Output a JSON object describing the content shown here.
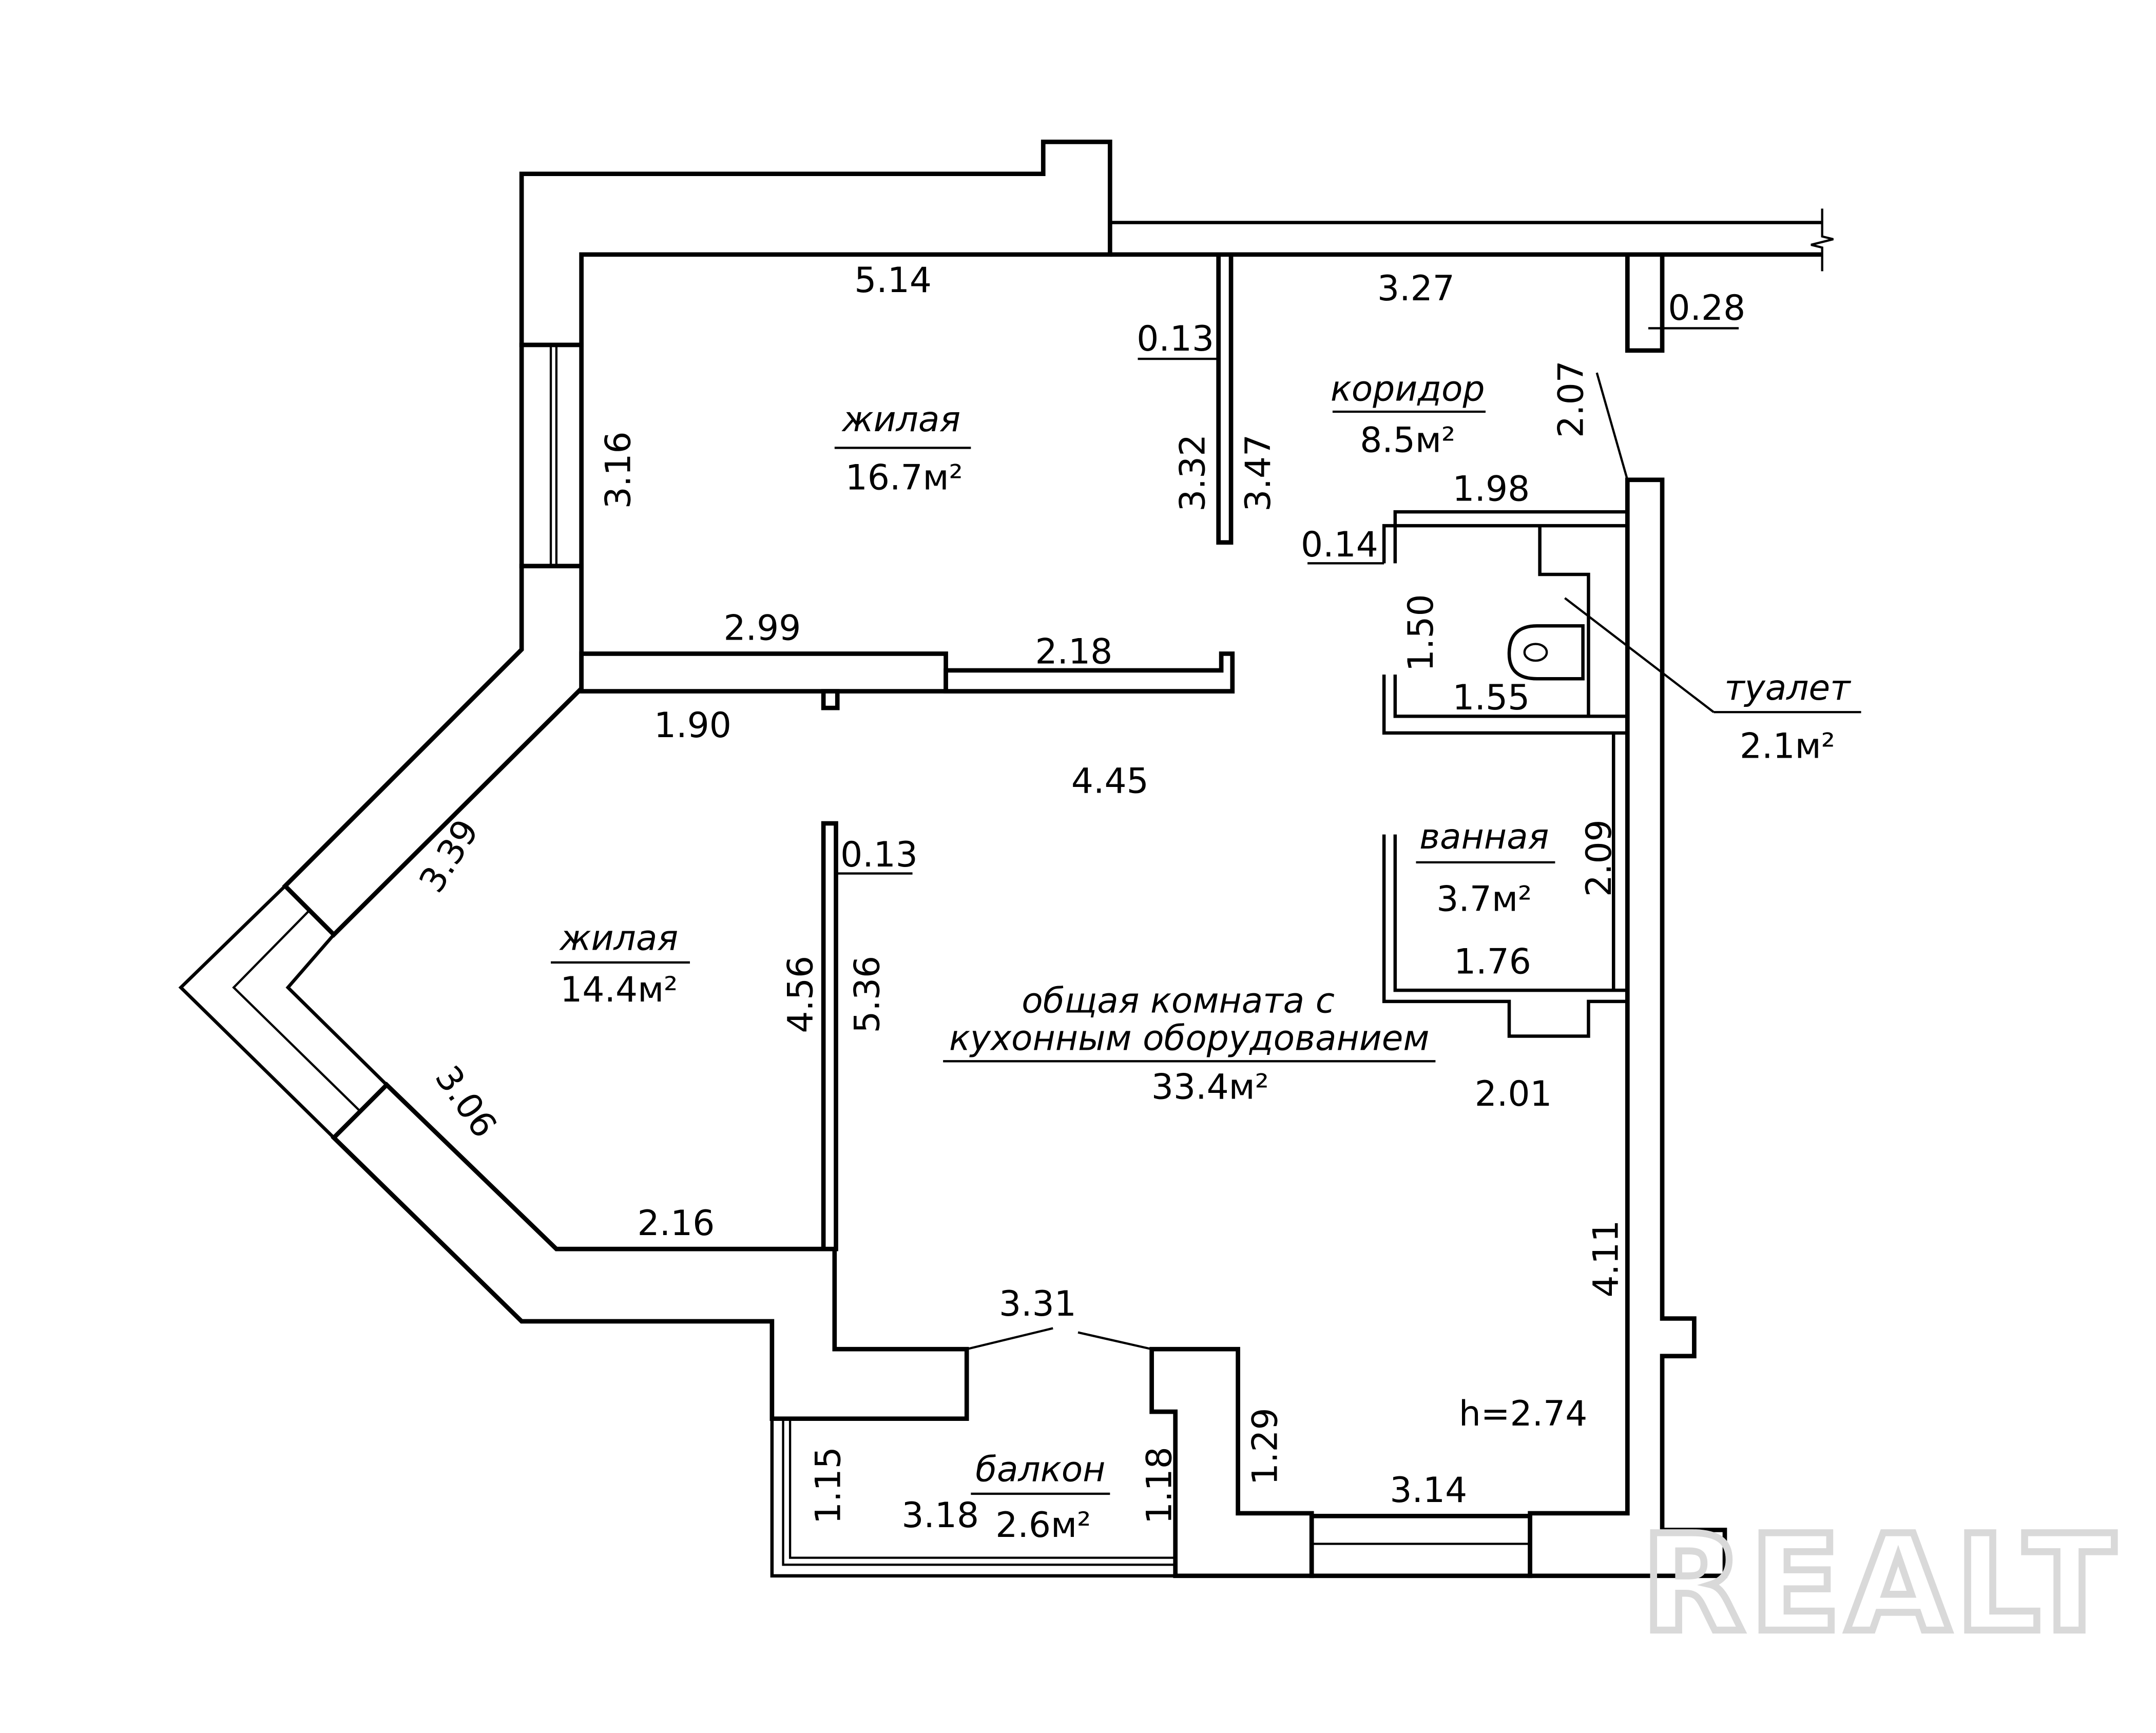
{
  "plan": {
    "rooms": [
      {
        "name": "жилая",
        "area": "16.7м²"
      },
      {
        "name": "коридор",
        "area": "8.5м²"
      },
      {
        "name": "туалет",
        "area": "2.1м²"
      },
      {
        "name": "ванная",
        "area": "3.7м²"
      },
      {
        "name": "жилая",
        "area": "14.4м²"
      },
      {
        "name": "общая комната с",
        "name2": "кухонным оборудованием",
        "area": "33.4м²"
      },
      {
        "name": "балкон",
        "area": "2.6м²"
      }
    ],
    "ceiling_height": "h=2.74",
    "dims": [
      "5.14",
      "3.27",
      "0.28",
      "0.13",
      "3.16",
      "3.32",
      "3.47",
      "2.07",
      "1.98",
      "0.14",
      "2.99",
      "2.18",
      "1.50",
      "1.55",
      "1.90",
      "4.45",
      "0.13",
      "3.39",
      "2.09",
      "1.76",
      "4.56",
      "5.36",
      "3.06",
      "2.01",
      "2.16",
      "4.11",
      "3.31",
      "1.29",
      "1.15",
      "1.18",
      "3.18",
      "3.14"
    ],
    "watermark": "REALT"
  }
}
